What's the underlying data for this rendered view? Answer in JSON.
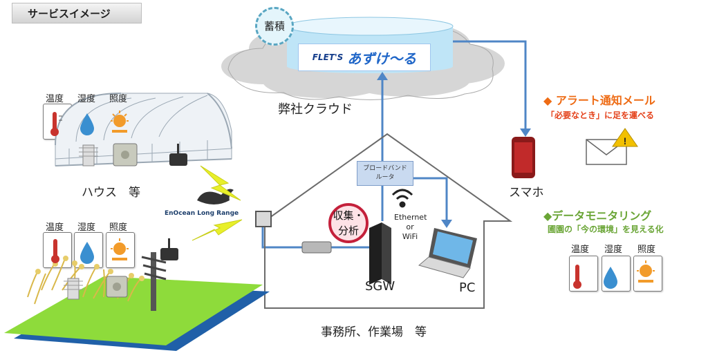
{
  "header": {
    "title": "サービスイメージ"
  },
  "cloud": {
    "storage_badge": "蓄積",
    "logo_prefix": "FLET'S",
    "logo_main": "あずけ〜る",
    "label": "弊社クラウド"
  },
  "house_site": {
    "sensor_labels": [
      "温度",
      "湿度",
      "照度"
    ],
    "label": "ハウス　等"
  },
  "field_site": {
    "sensor_labels": [
      "温度",
      "湿度",
      "照度"
    ]
  },
  "enocean_label": "EnOcean Long Range",
  "office": {
    "router_label_line1": "ブロードバンド",
    "router_label_line2": "ルータ",
    "analysis_line1": "収集・",
    "analysis_line2": "分析",
    "network_line1": "Ethernet",
    "network_line2": "or",
    "network_line3": "WiFi",
    "gateway_label": "SGW",
    "pc_label": "PC",
    "footer_label": "事務所、作業場　等"
  },
  "mobile": {
    "label": "スマホ"
  },
  "alert": {
    "title": "◆ アラート通知メール",
    "subtitle": "「必要なとき」に足を運べる",
    "title_color": "#ee6b14"
  },
  "monitoring": {
    "title": "◆データモニタリング",
    "subtitle": "圃園の「今の環境」を見える化",
    "sensor_labels": [
      "温度",
      "湿度",
      "照度"
    ],
    "title_color": "#6aa536"
  },
  "colors": {
    "link_line": "#4f86c6",
    "lightning": "#e8ef2a"
  }
}
